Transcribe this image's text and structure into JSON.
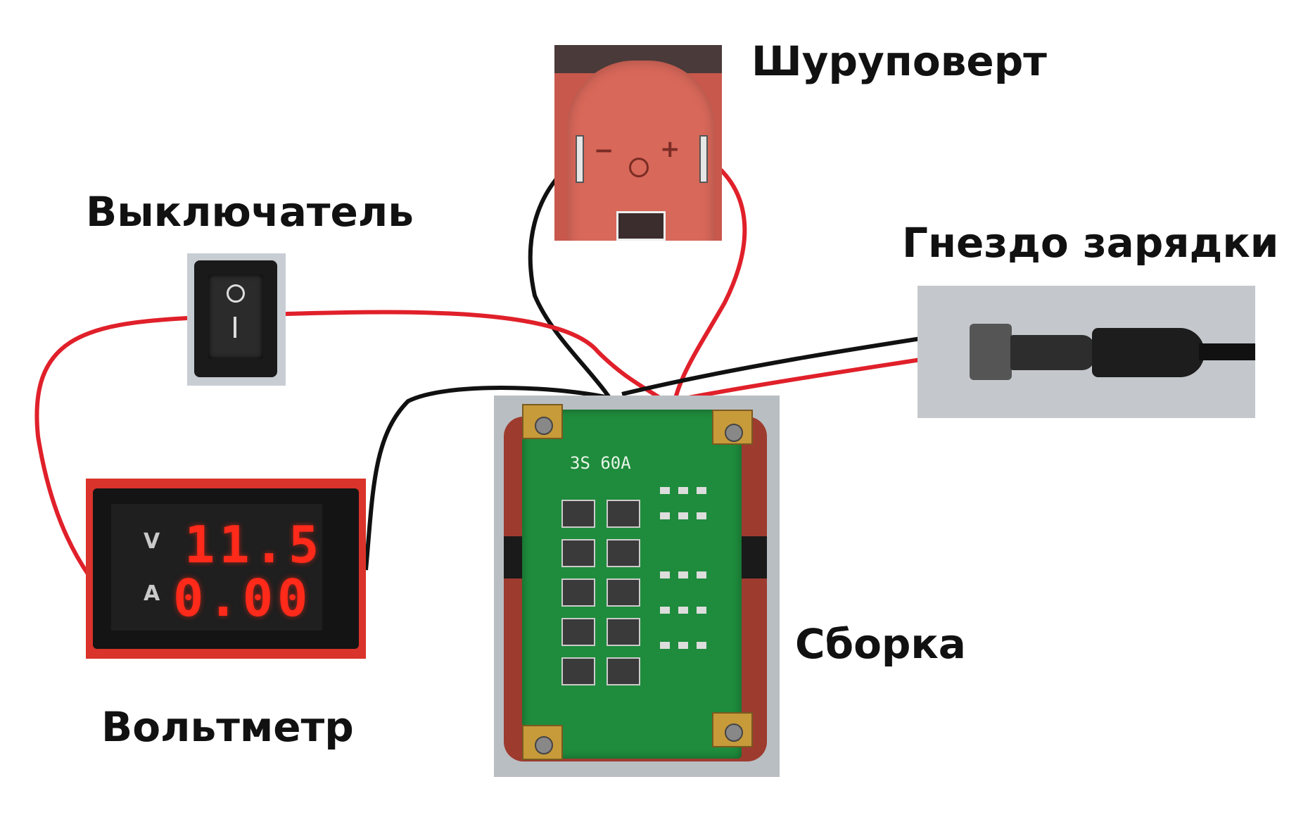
{
  "labels": {
    "drill": "Шуруповерт",
    "switch": "Выключатель",
    "jack": "Гнездо зарядки",
    "pack": "Сборка",
    "meter": "Вольтметр"
  },
  "meter": {
    "voltage_unit": "V",
    "voltage_value": "11.5",
    "current_unit": "A",
    "current_value": "0.00"
  },
  "board": {
    "marking": "3S 60A"
  },
  "colors": {
    "wire_red": "#e0202a",
    "wire_black": "#111111",
    "digit_red": "#ff2a1a",
    "pcb_green": "#1e8c3c"
  }
}
